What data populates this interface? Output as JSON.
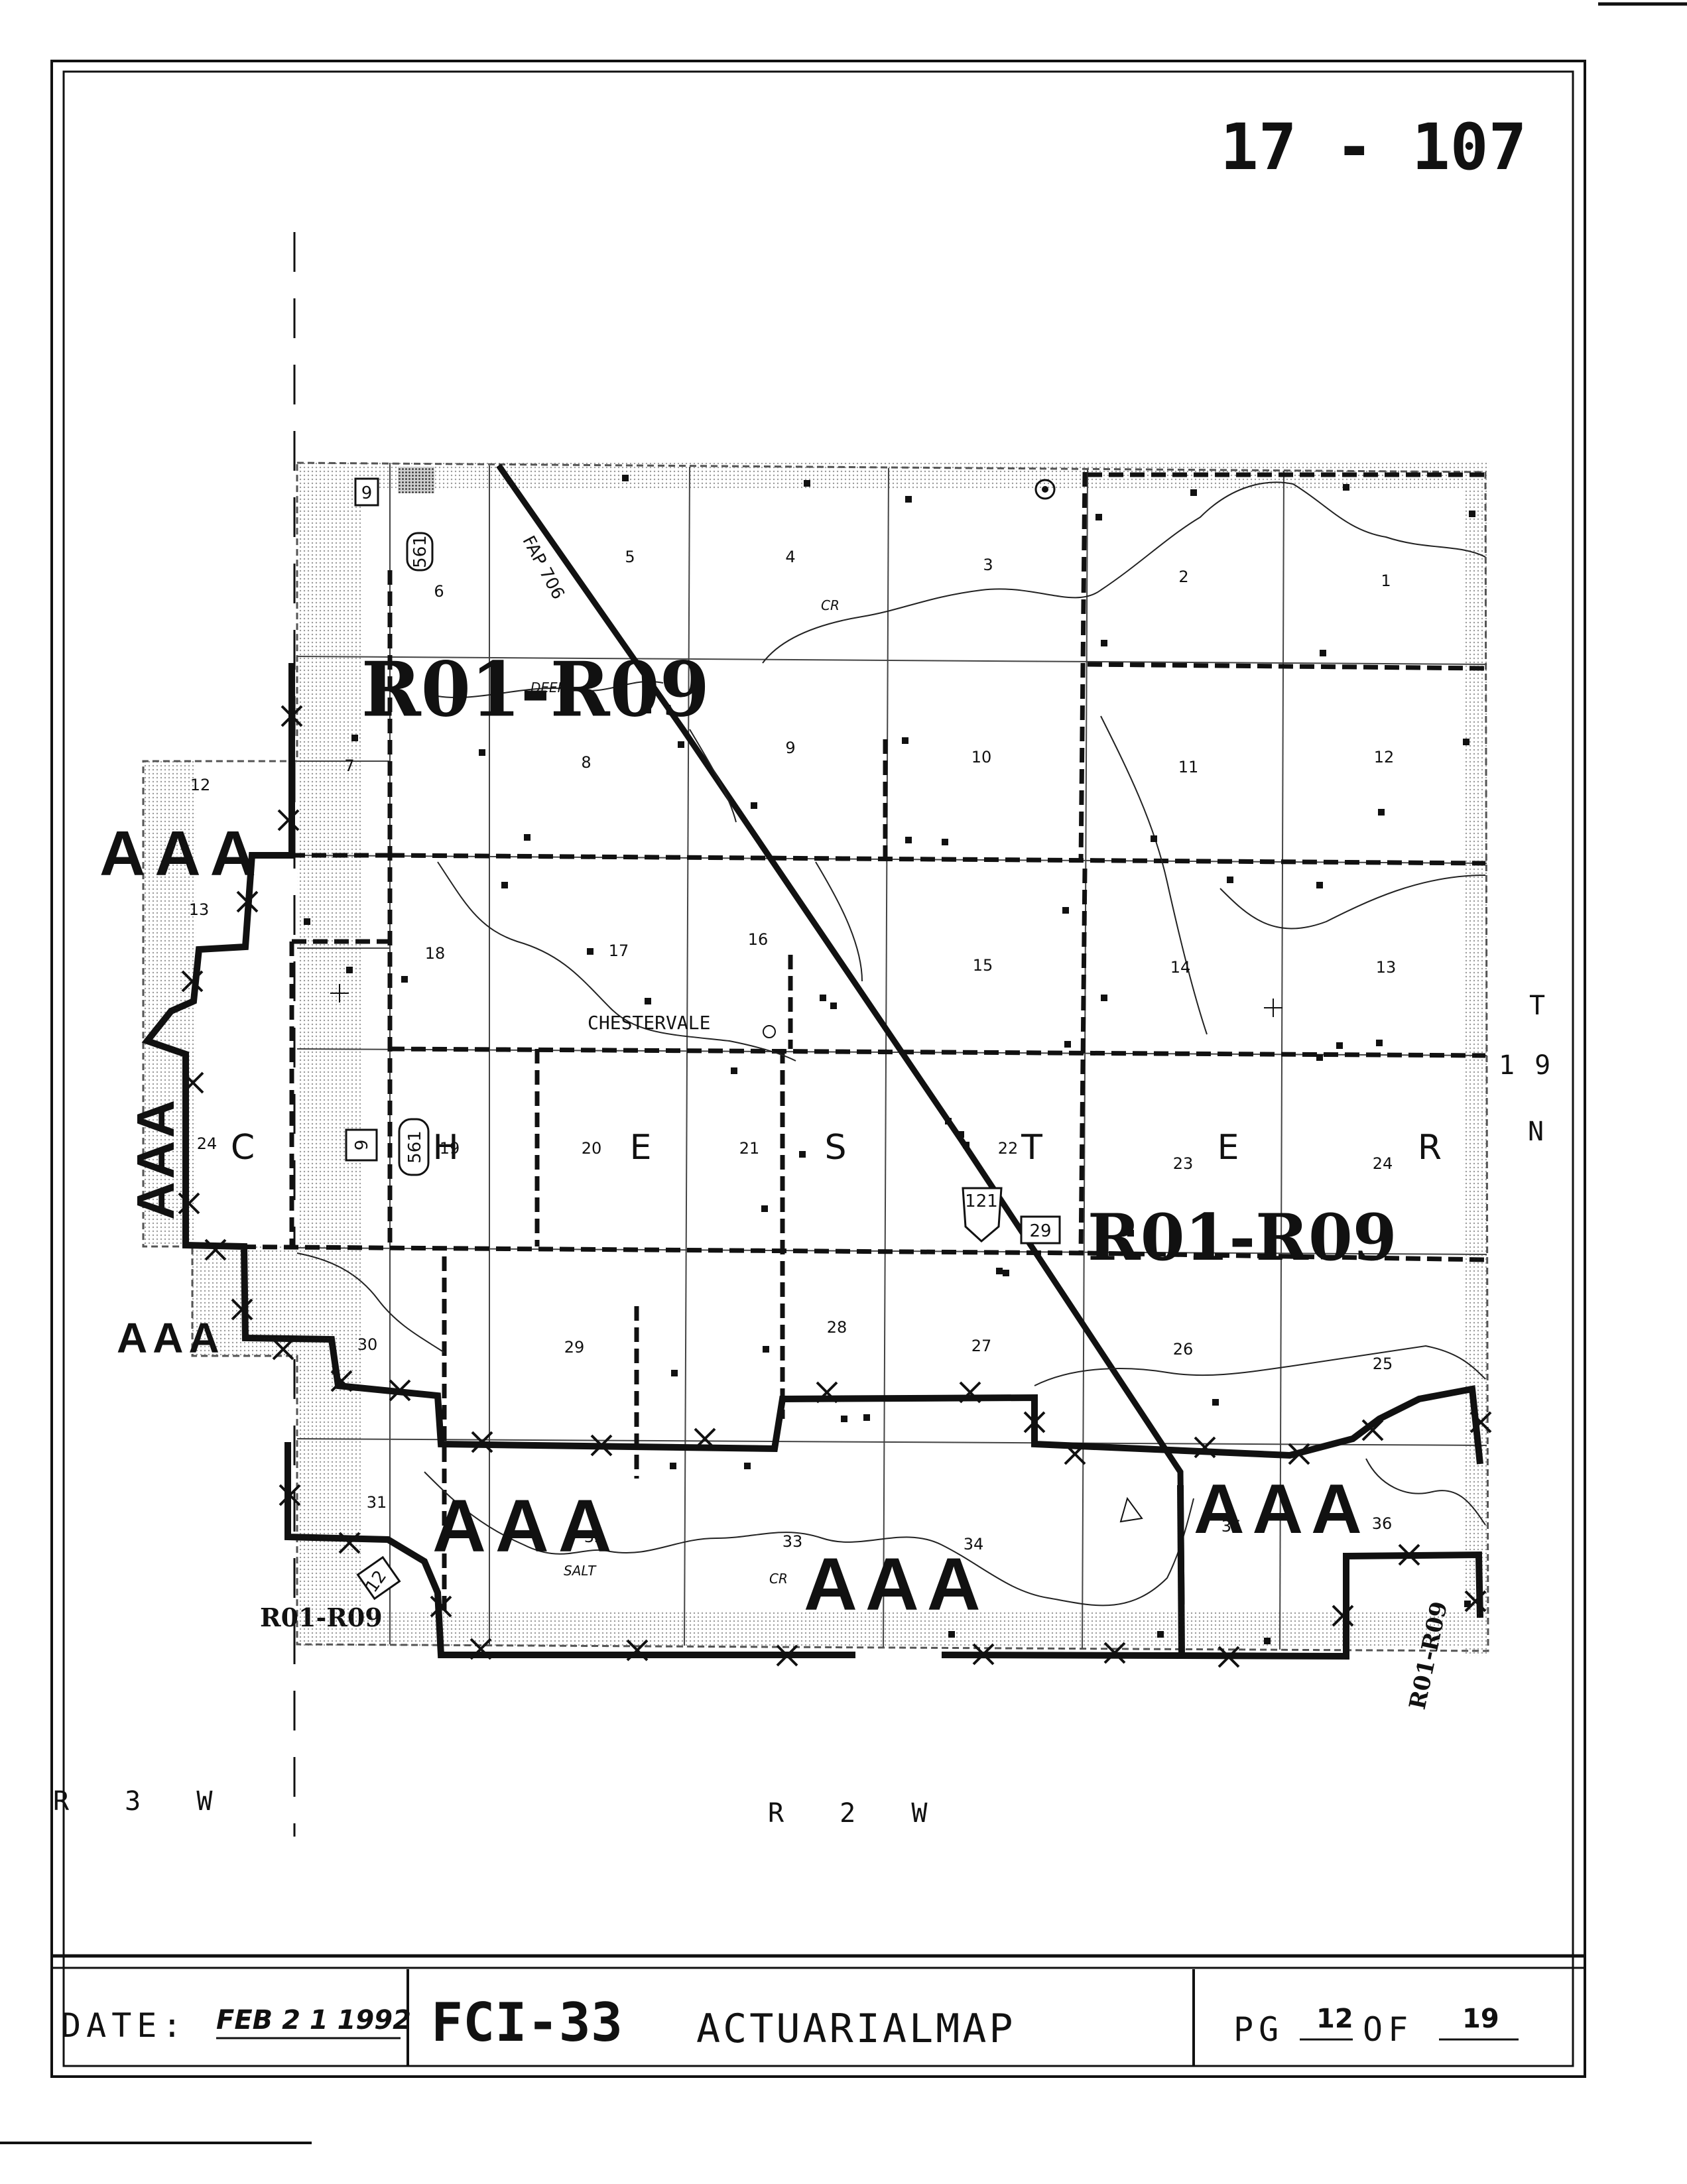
{
  "map_number": "17 - 107",
  "county_name_letters": [
    "C",
    "H",
    "E",
    "S",
    "T",
    "E",
    "R"
  ],
  "place_name": "CHESTERVALE",
  "water_labels": {
    "deer": "DEER",
    "cr_top": "CR",
    "salt": "SALT",
    "cr_bottom": "CR"
  },
  "highway_labels": {
    "fap": "FAP 706",
    "h9": "9",
    "h561": "561",
    "h121": "121",
    "h29": "29",
    "h12": "12"
  },
  "rate_codes": [
    "R01-R09",
    "R01-R09",
    "R01-R09",
    "R01-R09"
  ],
  "zone_label": "AAA",
  "township": {
    "t": "T",
    "num": "19",
    "n": "N"
  },
  "ranges": {
    "west": "R 3 W",
    "main": "R 2 W"
  },
  "sections": [
    "1",
    "2",
    "3",
    "4",
    "5",
    "6",
    "7",
    "8",
    "9",
    "10",
    "11",
    "12",
    "13",
    "14",
    "15",
    "16",
    "17",
    "18",
    "19",
    "20",
    "21",
    "22",
    "23",
    "24",
    "25",
    "26",
    "27",
    "28",
    "29",
    "30",
    "31",
    "32",
    "33",
    "34",
    "35",
    "36",
    "12",
    "13",
    "24"
  ],
  "footer": {
    "date_label": "DATE:",
    "date_value": "FEB 2 1 1992",
    "form": "FCI-33",
    "title": "ACTUARIALMAP",
    "page_label": "PG",
    "page_number": "12",
    "of_label": "OF",
    "page_total": "19"
  }
}
